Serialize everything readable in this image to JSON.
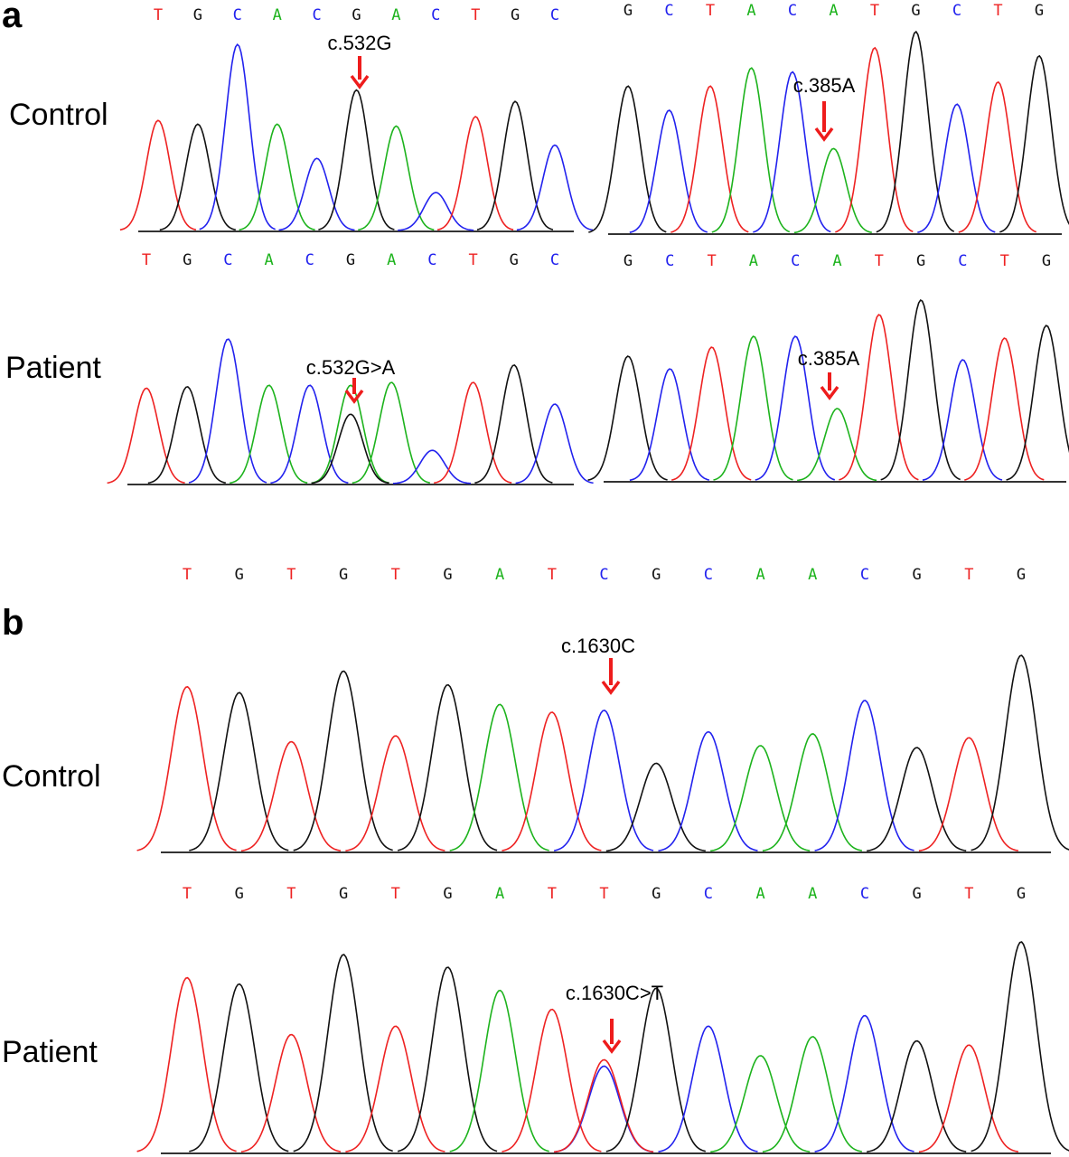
{
  "colors": {
    "A": "#1db31d",
    "C": "#2222ee",
    "G": "#111111",
    "T": "#ee2222",
    "arrow": "#ee1c1c"
  },
  "chart_data": {
    "type": "line",
    "title": "Sanger sequencing chromatograms",
    "panel_labels": [
      "a",
      "b"
    ],
    "panels": [
      {
        "id": "a-control-1",
        "row_label": "Control",
        "mutation_label": "c.532G",
        "mutation_index": 5,
        "sequence": "TGCACGACTGC",
        "peaks": [
          {
            "T": 0.58
          },
          {
            "G": 0.56
          },
          {
            "C": 0.98
          },
          {
            "A": 0.56
          },
          {
            "C": 0.38
          },
          {
            "G": 0.74
          },
          {
            "A": 0.55
          },
          {
            "C": 0.2
          },
          {
            "T": 0.6
          },
          {
            "G": 0.68
          },
          {
            "C": 0.45
          }
        ]
      },
      {
        "id": "a-control-2",
        "row_label": "",
        "mutation_label": "c.385A",
        "mutation_index": 5,
        "sequence": "GCTACATGCTG",
        "peaks": [
          {
            "G": 0.73
          },
          {
            "C": 0.61
          },
          {
            "T": 0.73
          },
          {
            "A": 0.82
          },
          {
            "C": 0.8
          },
          {
            "A": 0.42
          },
          {
            "T": 0.92
          },
          {
            "G": 1.0
          },
          {
            "C": 0.64
          },
          {
            "T": 0.75
          },
          {
            "G": 0.88
          }
        ]
      },
      {
        "id": "a-patient-1",
        "row_label": "Patient",
        "mutation_label": "c.532G>A",
        "mutation_index": 5,
        "sequence": "TGCACGACTGC",
        "peaks": [
          {
            "T": 0.66
          },
          {
            "G": 0.67
          },
          {
            "C": 1.0
          },
          {
            "A": 0.68
          },
          {
            "C": 0.68
          },
          {
            "A": 0.68,
            "G": 0.48
          },
          {
            "A": 0.7
          },
          {
            "C": 0.23
          },
          {
            "T": 0.7
          },
          {
            "G": 0.82
          },
          {
            "C": 0.55
          }
        ]
      },
      {
        "id": "a-patient-2",
        "row_label": "",
        "mutation_label": "c.385A",
        "mutation_index": 5,
        "sequence": "GCTACATGCTG",
        "peaks": [
          {
            "G": 0.69
          },
          {
            "C": 0.62
          },
          {
            "T": 0.74
          },
          {
            "A": 0.8
          },
          {
            "C": 0.8
          },
          {
            "A": 0.4
          },
          {
            "T": 0.92
          },
          {
            "G": 1.0
          },
          {
            "C": 0.67
          },
          {
            "T": 0.79
          },
          {
            "G": 0.86
          }
        ]
      },
      {
        "id": "b-control",
        "row_label": "Control",
        "mutation_label": "c.1630C",
        "mutation_index": 8,
        "sequence": "TGTGTGATCGCAACGTG",
        "peaks": [
          {
            "T": 0.84
          },
          {
            "G": 0.81
          },
          {
            "T": 0.56
          },
          {
            "G": 0.92
          },
          {
            "T": 0.59
          },
          {
            "G": 0.85
          },
          {
            "A": 0.75
          },
          {
            "T": 0.71
          },
          {
            "C": 0.72
          },
          {
            "G": 0.45
          },
          {
            "C": 0.61
          },
          {
            "A": 0.54
          },
          {
            "A": 0.6
          },
          {
            "C": 0.77
          },
          {
            "G": 0.53
          },
          {
            "T": 0.58
          },
          {
            "G": 1.0
          }
        ]
      },
      {
        "id": "b-patient",
        "row_label": "Patient",
        "mutation_label": "c.1630C>T",
        "mutation_index": 8,
        "sequence": "TGTGTGATTGCAACGTG",
        "peaks": [
          {
            "T": 0.83
          },
          {
            "G": 0.8
          },
          {
            "T": 0.56
          },
          {
            "G": 0.94
          },
          {
            "T": 0.6
          },
          {
            "G": 0.88
          },
          {
            "A": 0.77
          },
          {
            "T": 0.68
          },
          {
            "C": 0.41,
            "T": 0.44
          },
          {
            "G": 0.78
          },
          {
            "C": 0.6
          },
          {
            "A": 0.46
          },
          {
            "A": 0.55
          },
          {
            "C": 0.65
          },
          {
            "G": 0.53
          },
          {
            "T": 0.51
          },
          {
            "G": 1.0
          }
        ]
      }
    ]
  }
}
